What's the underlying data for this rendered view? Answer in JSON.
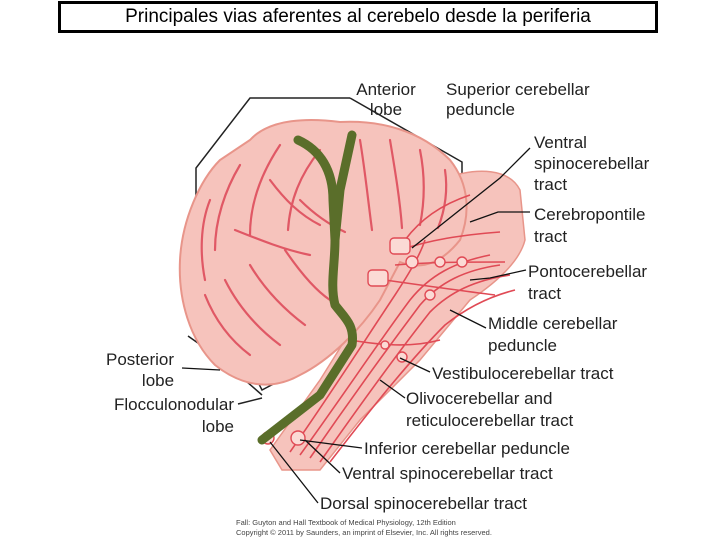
{
  "title": "Principales vias aferentes al cerebelo desde la periferia",
  "labels": {
    "anterior_lobe": [
      "Anterior",
      "lobe"
    ],
    "superior_cerebellar_peduncle": [
      "Superior cerebellar",
      "peduncle"
    ],
    "ventral_spinocerebellar_tract_upper": [
      "Ventral",
      "spinocerebellar",
      "tract"
    ],
    "cerebropontile_tract": [
      "Cerebropontile",
      "tract"
    ],
    "pontocerebellar_tract": [
      "Pontocerebellar",
      "tract"
    ],
    "middle_cerebellar_peduncle": [
      "Middle cerebellar",
      "peduncle"
    ],
    "vestibulocerebellar_tract": [
      "Vestibulocerebellar tract"
    ],
    "olivocerebellar_tract": [
      "Olivocerebellar and",
      "reticulocerebellar tract"
    ],
    "inferior_cerebellar_peduncle": [
      "Inferior cerebellar peduncle"
    ],
    "ventral_spinocerebellar_tract_lower": [
      "Ventral spinocerebellar tract"
    ],
    "dorsal_spinocerebellar_tract": [
      "Dorsal spinocerebellar tract"
    ],
    "posterior_lobe": [
      "Posterior",
      "lobe"
    ],
    "flocculonodular_lobe": [
      "Flocculonodular",
      "lobe"
    ]
  },
  "credit": [
    "Fall: Guyton and Hall Textbook of Medical Physiology, 12th Edition",
    "Copyright © 2011 by Saunders, an imprint of Elsevier, Inc. All rights reserved."
  ],
  "colors": {
    "tissue": "#f6c3bc",
    "tissue_edge": "#e8958a",
    "fiber": "#e04a55",
    "green_overlay": "#5a6e2a",
    "leader": "#111111"
  }
}
